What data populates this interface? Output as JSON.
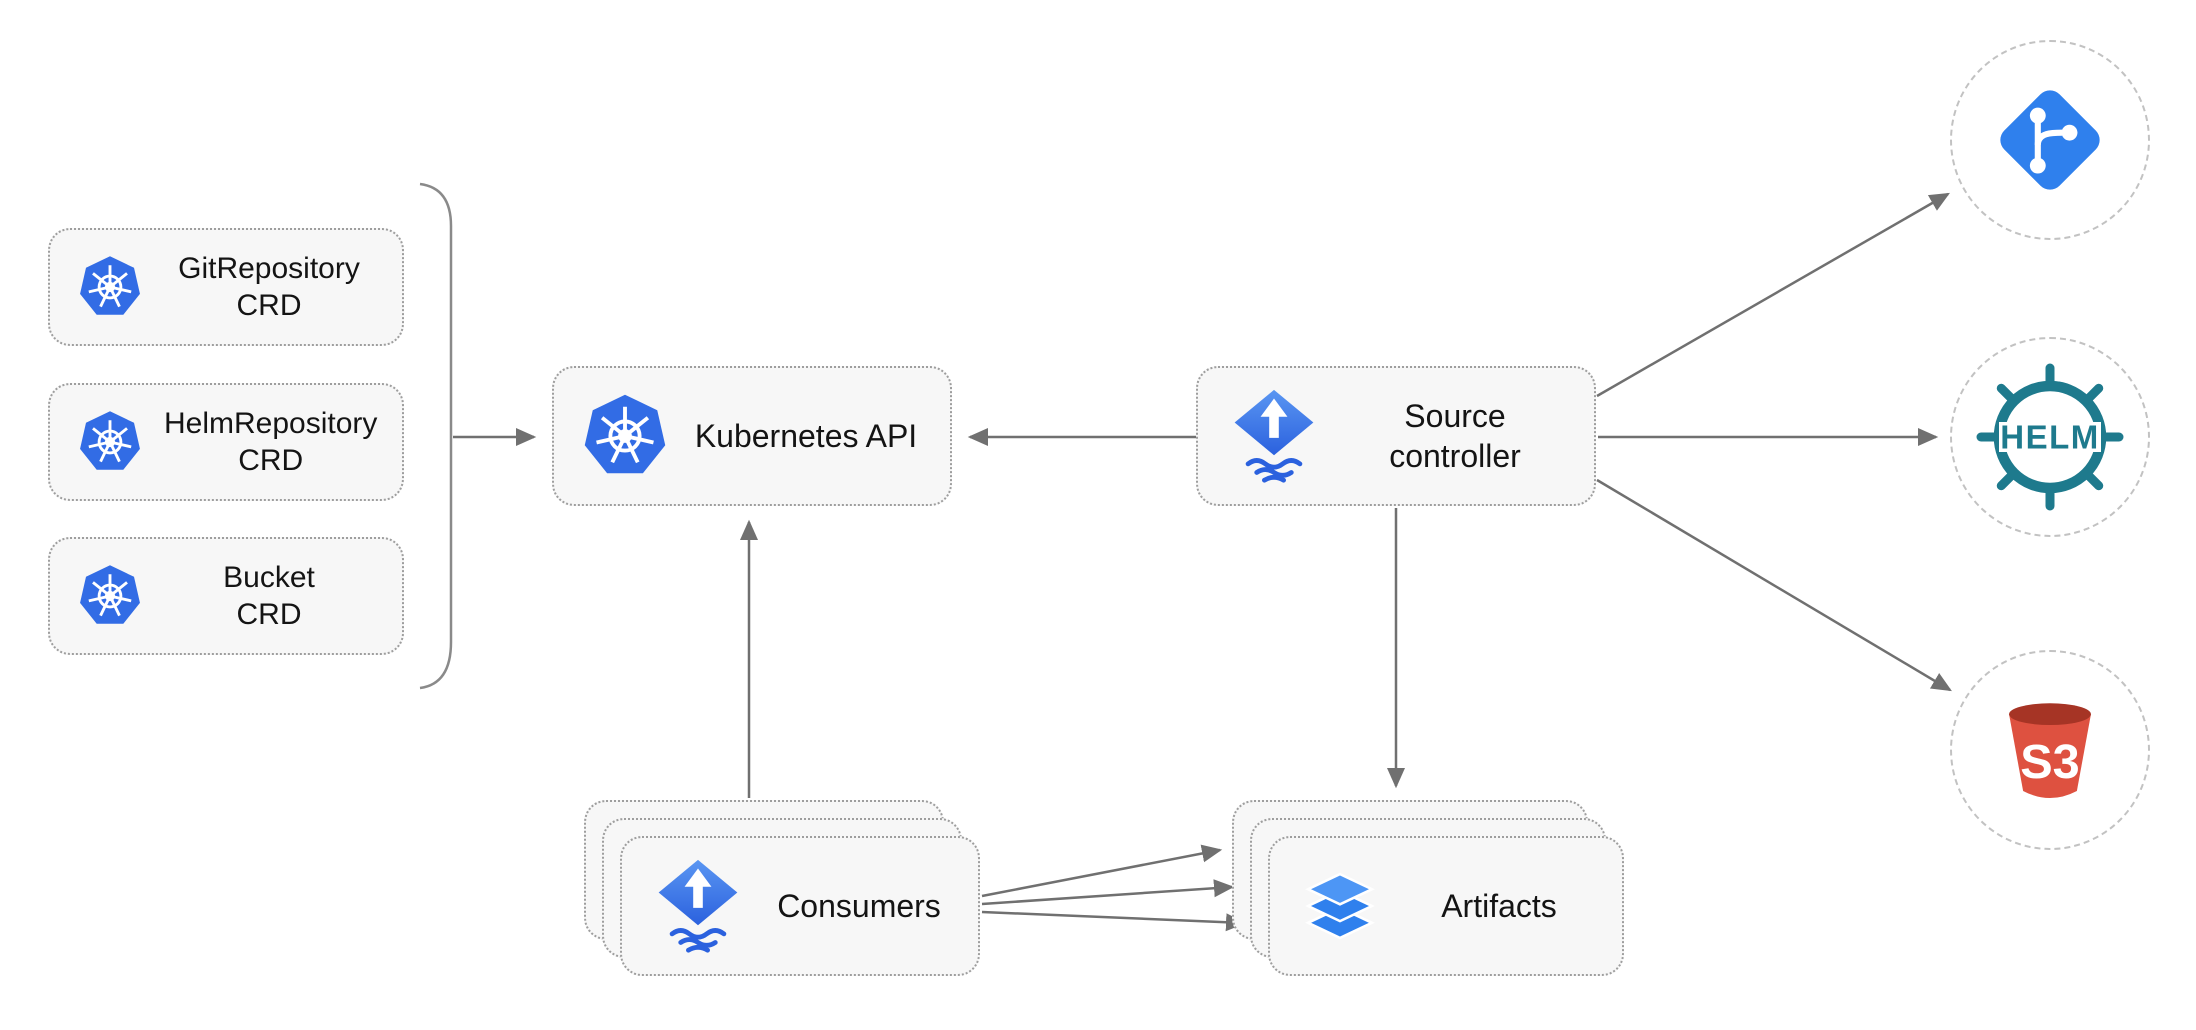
{
  "diagram": {
    "nodes": {
      "git_repository_crd": {
        "line1": "GitRepository",
        "line2": "CRD",
        "icon": "kubernetes-icon"
      },
      "helm_repository_crd": {
        "line1": "HelmRepository",
        "line2": "CRD",
        "icon": "kubernetes-icon"
      },
      "bucket_crd": {
        "line1": "Bucket",
        "line2": "CRD",
        "icon": "kubernetes-icon"
      },
      "kubernetes_api": {
        "label": "Kubernetes API",
        "icon": "kubernetes-icon"
      },
      "source_controller": {
        "line1": "Source",
        "line2": "controller",
        "icon": "flux-icon"
      },
      "consumers": {
        "label": "Consumers",
        "icon": "flux-icon",
        "stacked": true
      },
      "artifacts": {
        "label": "Artifacts",
        "icon": "layers-icon",
        "stacked": true
      },
      "git": {
        "icon": "git-icon"
      },
      "helm": {
        "label": "HELM",
        "icon": "helm-icon"
      },
      "s3": {
        "label": "S3",
        "icon": "s3-bucket-icon"
      }
    },
    "edges": [
      {
        "from": "crd-group",
        "to": "kubernetes-api"
      },
      {
        "from": "source-controller",
        "to": "kubernetes-api"
      },
      {
        "from": "consumers",
        "to": "kubernetes-api"
      },
      {
        "from": "source-controller",
        "to": "artifacts"
      },
      {
        "from": "source-controller",
        "to": "git"
      },
      {
        "from": "source-controller",
        "to": "helm"
      },
      {
        "from": "source-controller",
        "to": "s3"
      },
      {
        "from": "consumers",
        "to": "artifacts"
      },
      {
        "from": "consumers",
        "to": "artifacts"
      },
      {
        "from": "consumers",
        "to": "artifacts"
      }
    ],
    "colors": {
      "kubernetes_blue": "#326CE5",
      "flux_blue": "#2B61DE",
      "helm_teal": "#1E7A8D",
      "s3_red": "#DE5140",
      "node_background": "#F7F7F7",
      "node_border": "#9E9E9E",
      "arrow": "#707070"
    }
  }
}
